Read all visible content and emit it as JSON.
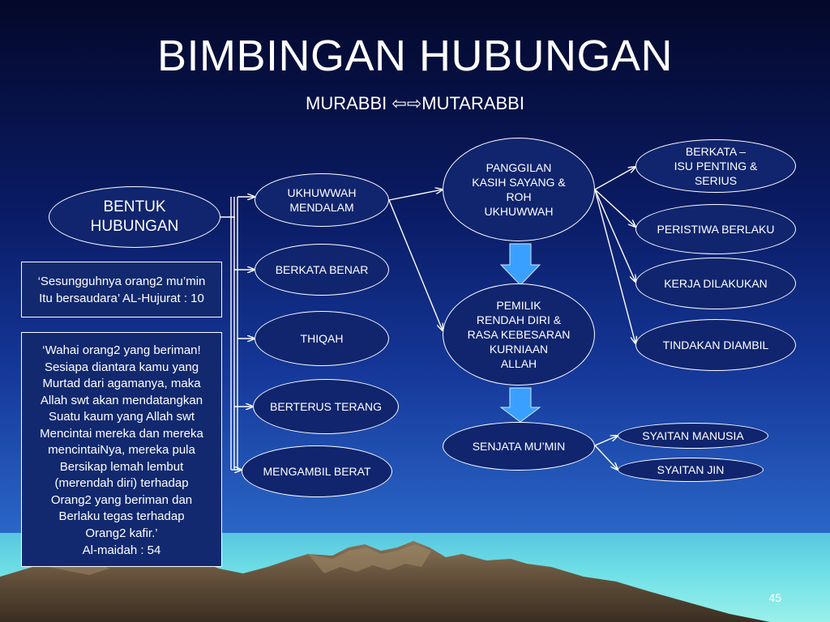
{
  "slide": {
    "title": "BIMBINGAN HUBUNGAN",
    "subtitle": "MURABBI ⇦⇨MUTARABBI",
    "page_number": "45"
  },
  "quotes": {
    "hujurat": "‘Sesungguhnya orang2 mu’min\nItu bersaudara’ AL-Hujurat : 10",
    "maidah": "‘Wahai orang2 yang beriman!\nSesiapa diantara kamu yang\nMurtad dari agamanya, maka\nAllah swt akan mendatangkan\nSuatu kaum yang Allah swt\nMencintai mereka dan mereka\nmencintaiNya, mereka pula\nBersikap lemah lembut\n(merendah diri) terhadap\nOrang2 yang beriman dan\nBerlaku tegas terhadap\nOrang2 kafir.’\nAl-maidah : 54"
  },
  "nodes": {
    "bentuk_hubungan": "BENTUK\nHUBUNGAN",
    "ukhuwwah": "UKHUWWAH\nMENDALAM",
    "berkata_benar": "BERKATA BENAR",
    "thiqah": "THIQAH",
    "berterus_terang": "BERTERUS TERANG",
    "mengambil_berat": "MENGAMBIL BERAT",
    "panggilan": "PANGGILAN\nKASIH SAYANG &\nROH\nUKHUWWAH",
    "pemilik": "PEMILIK\nRENDAH DIRI &\nRASA KEBESARAN\nKURNIAAN\nALLAH",
    "senjata": "SENJATA MU’MIN",
    "berkata_isu": "BERKATA –\nISU PENTING &\nSERIUS",
    "peristiwa": "PERISTIWA BERLAKU",
    "kerja": "KERJA DILAKUKAN",
    "tindakan": "TINDAKAN DIAMBIL",
    "syaitan_manusia": "SYAITAN MANUSIA",
    "syaitan_jin": "SYAITAN JIN"
  },
  "colors": {
    "background_top": "#04082a",
    "background_bottom": "#3a8ad8",
    "node_fill": "#10256e",
    "outline": "#ffffff",
    "down_arrow": "#3aa0ff",
    "mountain": "#6e5a44",
    "sea": "#6fe0e6"
  }
}
